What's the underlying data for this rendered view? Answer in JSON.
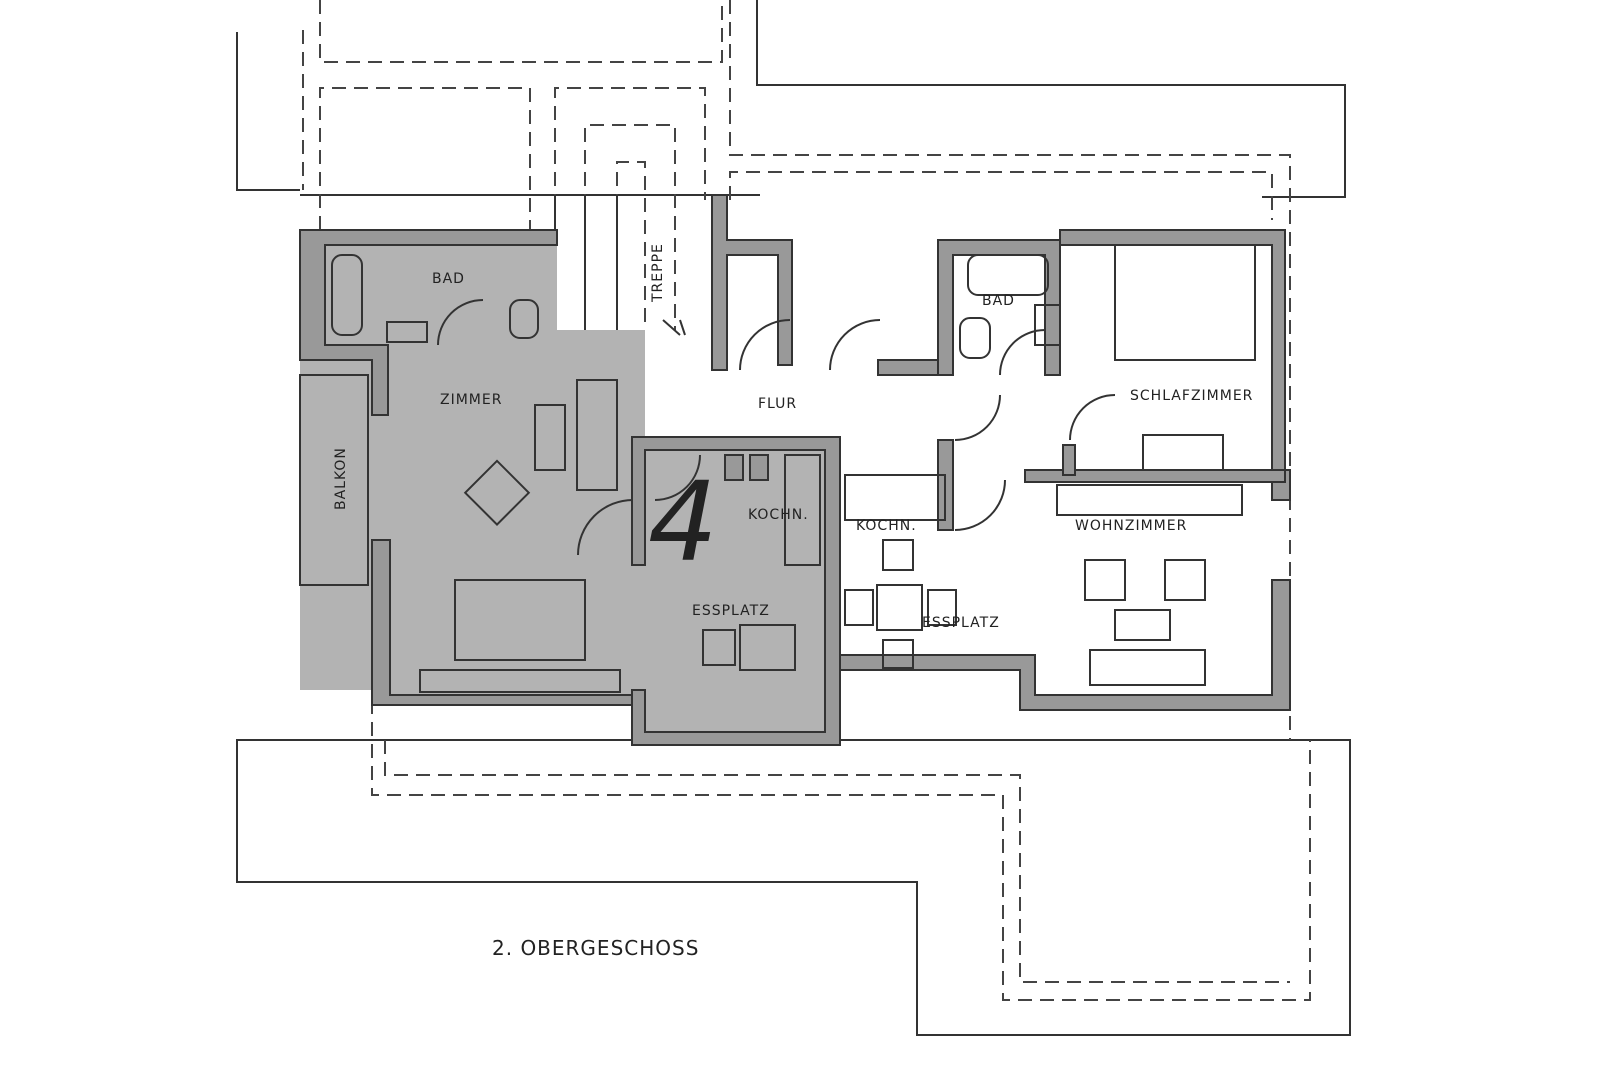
{
  "title": "2. OBERGESCHOSS",
  "unit_number": "4",
  "rooms": {
    "bad_left": "BAD",
    "zimmer": "ZIMMER",
    "balkon": "BALKON",
    "treppe": "TREPPE",
    "flur": "FLUR",
    "kochn_left": "KOCHN.",
    "essplatz_left": "ESSPLATZ",
    "bad_right": "BAD",
    "schlafzimmer": "SCHLAFZIMMER",
    "kochn_right": "KOCHN.",
    "essplatz_right": "ESSPLATZ",
    "wohnzimmer": "WOHNZIMMER"
  },
  "colors": {
    "highlight": "#b3b3b3",
    "wall": "#999999",
    "line": "#333333"
  }
}
